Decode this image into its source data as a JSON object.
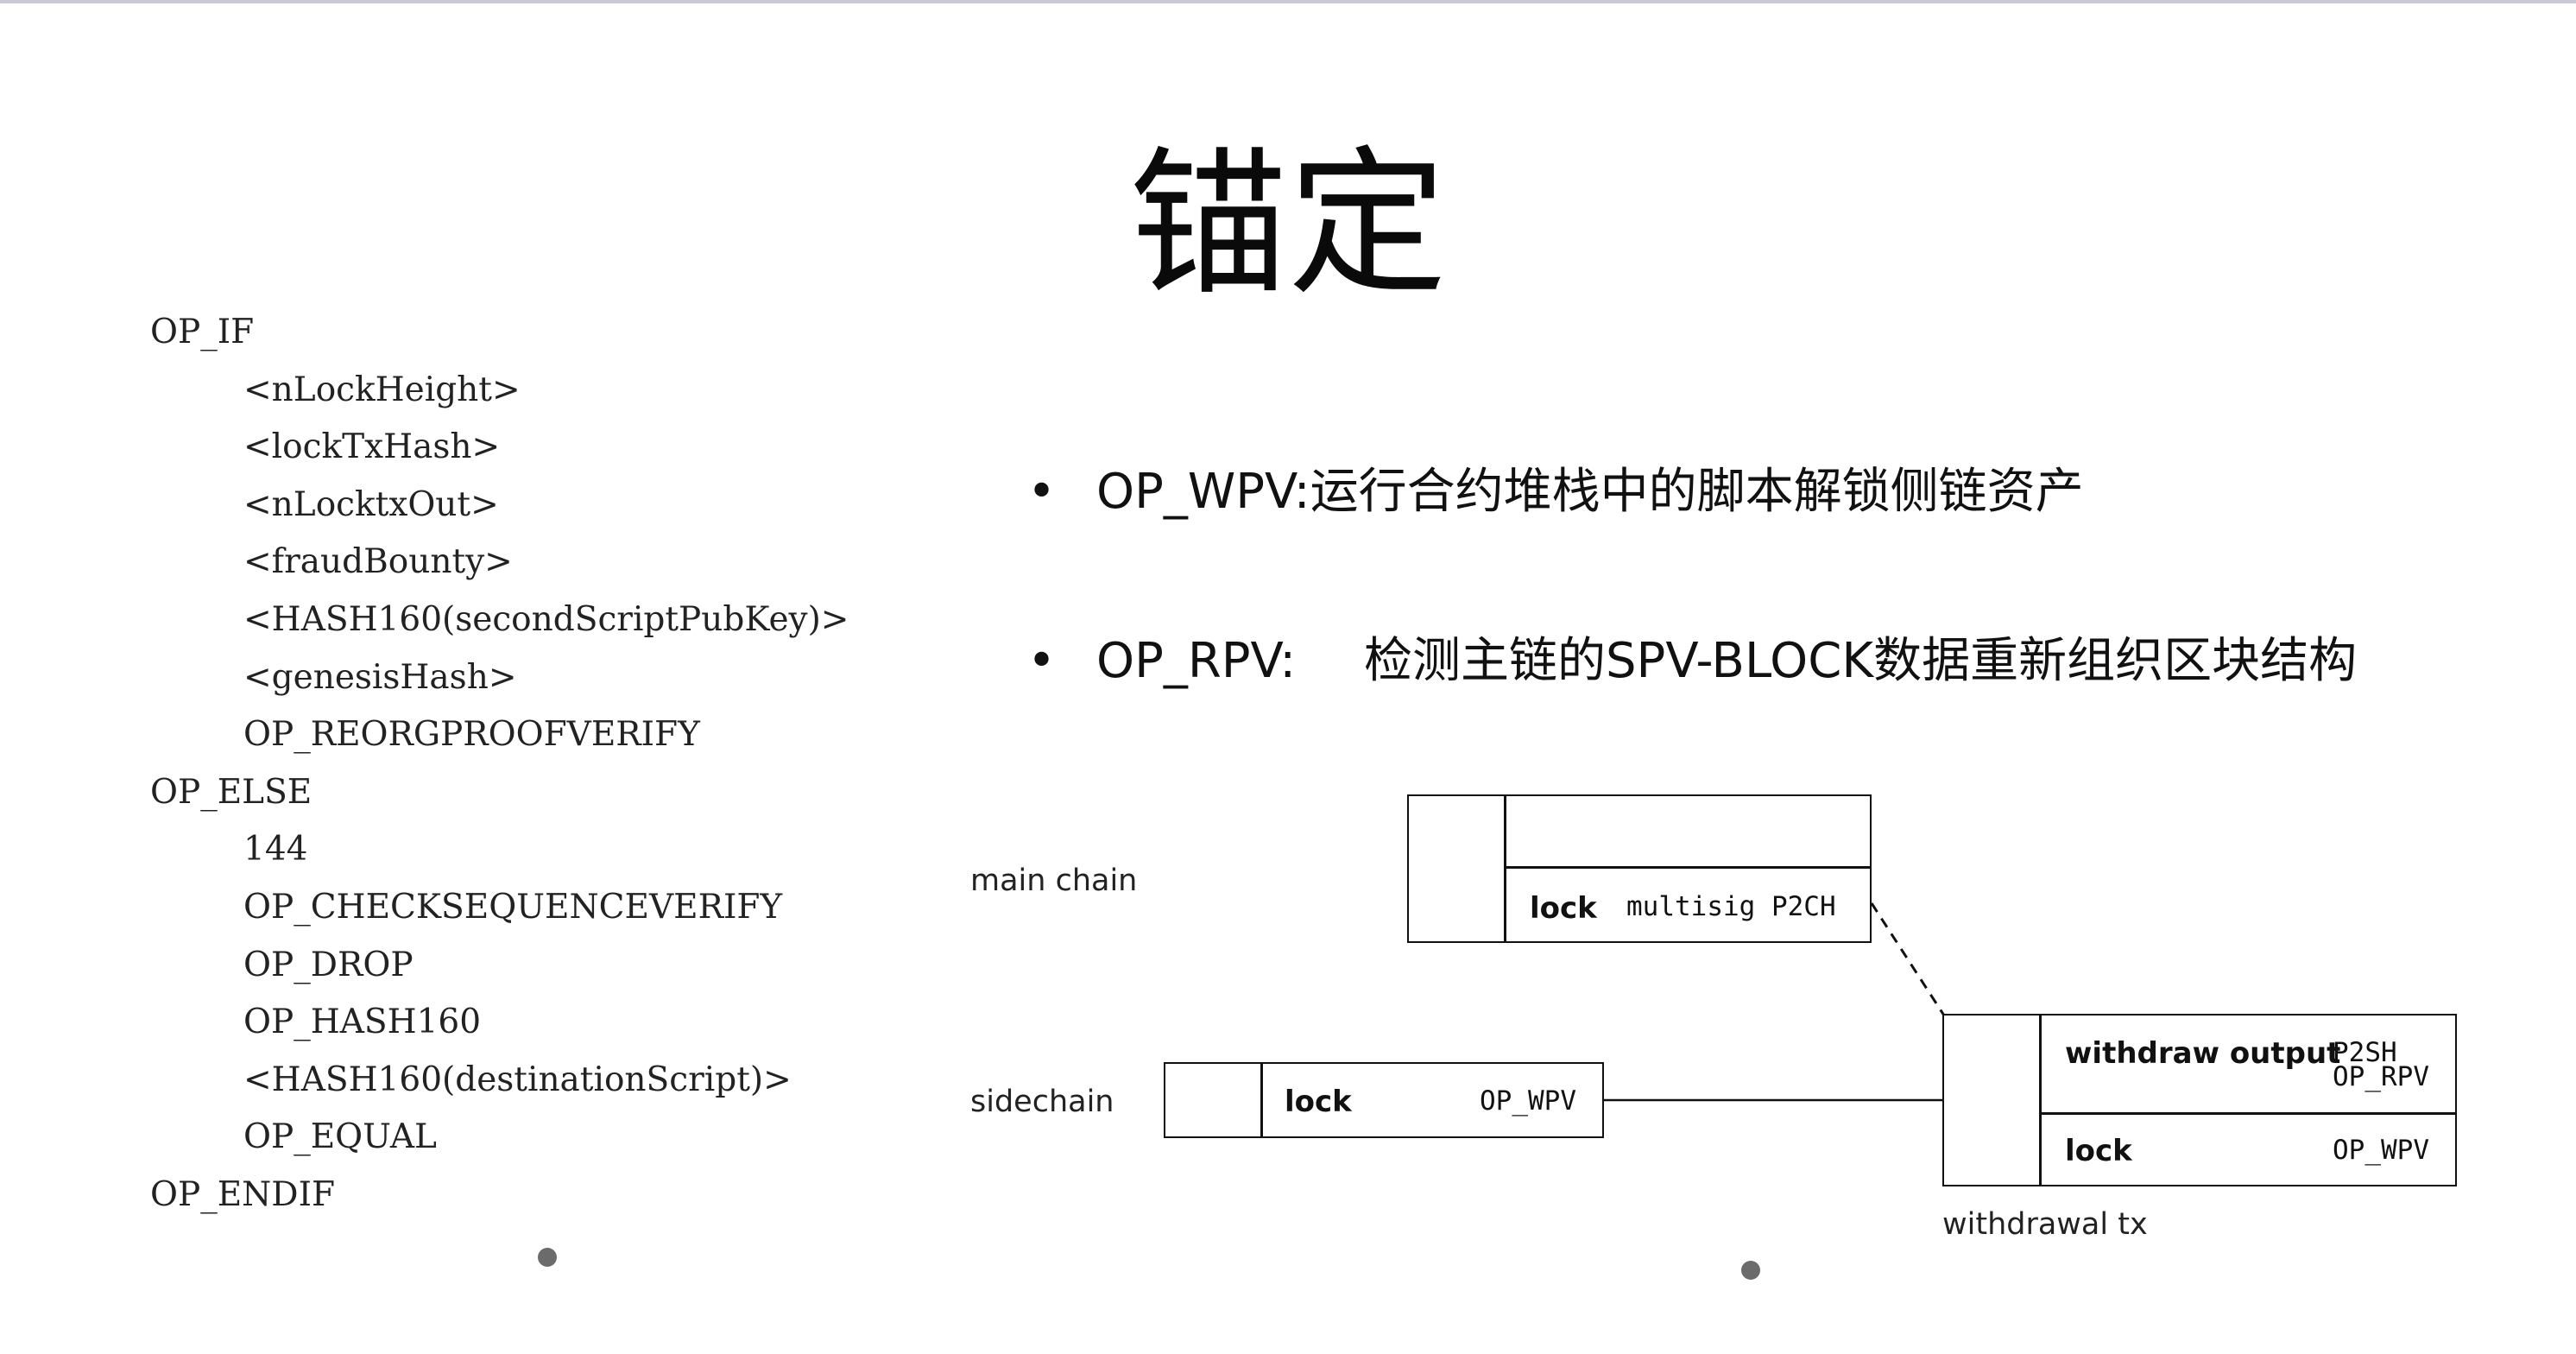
{
  "title": "锚定",
  "script_lines": [
    {
      "text": "OP_IF",
      "indent": 0
    },
    {
      "text": "<nLockHeight>",
      "indent": 1
    },
    {
      "text": "<lockTxHash>",
      "indent": 1
    },
    {
      "text": "<nLocktxOut>",
      "indent": 1
    },
    {
      "text": "<fraudBounty>",
      "indent": 1
    },
    {
      "text": "<HASH160(secondScriptPubKey)>",
      "indent": 1
    },
    {
      "text": "<genesisHash>",
      "indent": 1
    },
    {
      "text": "OP_REORGPROOFVERIFY",
      "indent": 1
    },
    {
      "text": "OP_ELSE",
      "indent": 0
    },
    {
      "text": "144",
      "indent": 1
    },
    {
      "text": "OP_CHECKSEQUENCEVERIFY",
      "indent": 1
    },
    {
      "text": "OP_DROP",
      "indent": 1
    },
    {
      "text": "OP_HASH160",
      "indent": 1
    },
    {
      "text": "<HASH160(destinationScript)>",
      "indent": 1
    },
    {
      "text": "OP_EQUAL",
      "indent": 1
    },
    {
      "text": "OP_ENDIF",
      "indent": 0
    }
  ],
  "bullets": [
    {
      "key": "OP_WPV:",
      "text": "运行合约堆栈中的脚本解锁侧链资产"
    },
    {
      "key": "OP_RPV:",
      "text": "检测主链的SPV-BLOCK数据重新组织区块结构"
    }
  ],
  "bullet_glyph": "•",
  "diagram": {
    "main_chain_label": "main chain",
    "sidechain_label": "sidechain",
    "withdrawal_label": "withdrawal tx",
    "main_lock_label": "lock",
    "main_lock_value": "multisig P2CH",
    "side_lock_label": "lock",
    "side_lock_value": "OP_WPV",
    "withdraw_output_label": "withdraw output",
    "withdraw_output_value_1": "P2SH",
    "withdraw_output_value_2": "OP_RPV",
    "withdraw_lock_label": "lock",
    "withdraw_lock_value": "OP_WPV"
  }
}
